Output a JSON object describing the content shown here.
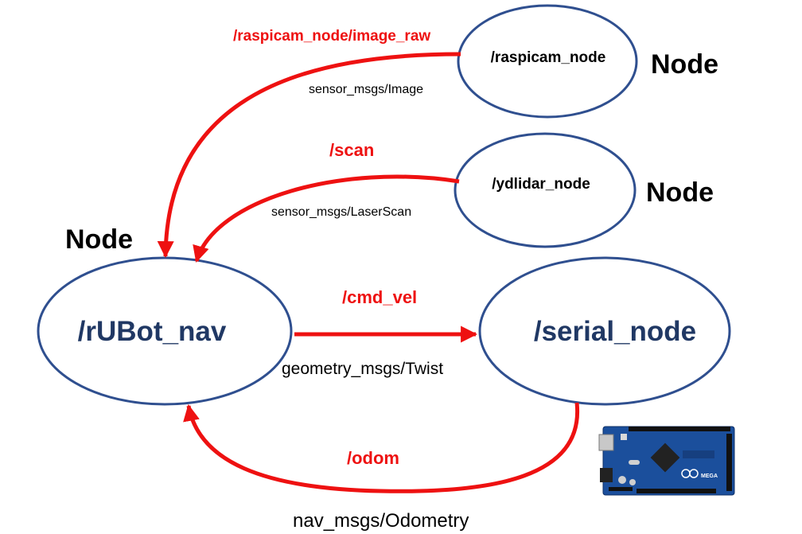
{
  "colors": {
    "node_outline": "#2f4f8f",
    "big_node_text": "#203864",
    "arrow": "#ee1111",
    "topic_text": "#ee1111",
    "board_blue": "#1b4f9c"
  },
  "nodes": {
    "raspicam": {
      "label": "/raspicam_node",
      "caption": "Node"
    },
    "ydlidar": {
      "label": "/ydlidar_node",
      "caption": "Node"
    },
    "rubot_nav": {
      "label": "/rUBot_nav",
      "caption": "Node"
    },
    "serial": {
      "label": "/serial_node"
    }
  },
  "edges": {
    "image": {
      "topic": "/raspicam_node/image_raw",
      "msg_type": "sensor_msgs/Image"
    },
    "scan": {
      "topic": "/scan",
      "msg_type": "sensor_msgs/LaserScan"
    },
    "cmd_vel": {
      "topic": "/cmd_vel",
      "msg_type": "geometry_msgs/Twist"
    },
    "odom": {
      "topic": "/odom",
      "msg_type": "nav_msgs/Odometry"
    }
  },
  "board": {
    "icon": "arduino-mega-board-icon",
    "chip_label": "MEGA"
  }
}
